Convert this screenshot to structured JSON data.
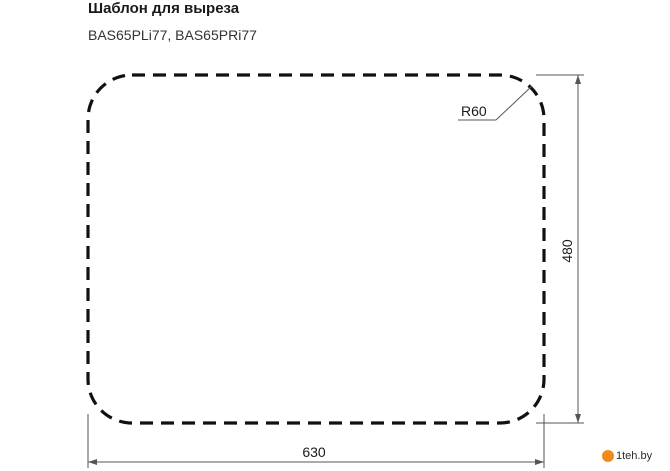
{
  "header": {
    "title": "Шаблон для выреза",
    "models": "BAS65PLi77, BAS65PRi77"
  },
  "template": {
    "corner_radius_label": "R60",
    "height_label": "480",
    "width_label": "630",
    "width_mm": 630,
    "height_mm": 480,
    "corner_radius_mm": 60,
    "outline_style": "dashed"
  },
  "watermark": {
    "text": "1teh.by"
  },
  "colors": {
    "outline": "#111111",
    "dimension_lines": "#555555",
    "watermark_accent": "#f08a1c"
  }
}
